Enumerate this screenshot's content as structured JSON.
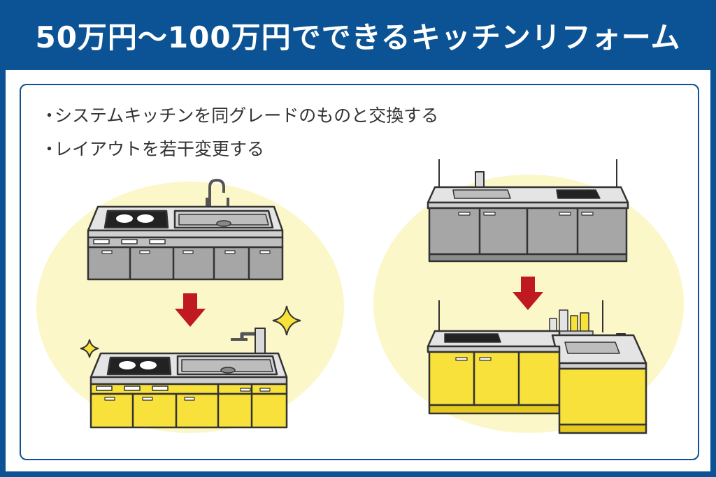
{
  "header": {
    "title": "50万円〜100万円でできるキッチンリフォーム"
  },
  "bullets": [
    {
      "text": "システムキッチンを同グレードのものと交換する"
    },
    {
      "text": "レイアウトを若干変更する"
    }
  ],
  "colors": {
    "brand_blue": "#0b5394",
    "before_cabinet": "#a6a6a6",
    "after_cabinet": "#f7e13a",
    "arrow": "#c0191f",
    "highlight": "#fbf7c8",
    "sparkle": "#f7e13a"
  }
}
